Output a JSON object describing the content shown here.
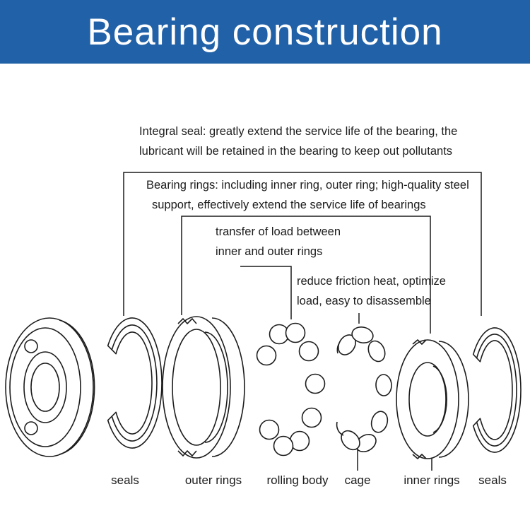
{
  "header": {
    "title": "Bearing construction"
  },
  "annotations": {
    "integral_seal_line1": "Integral seal: greatly extend the service life of the bearing, the",
    "integral_seal_line2": "lubricant will be retained in the bearing to keep out pollutants",
    "bearing_rings_line1": "Bearing rings: including inner ring, outer ring; high-quality steel",
    "bearing_rings_line2": "support, effectively extend the service life of bearings",
    "transfer_line1": "transfer of load between",
    "transfer_line2": "inner and outer rings",
    "friction_line1": "reduce friction heat, optimize",
    "friction_line2": "load, easy to disassemble"
  },
  "part_labels": {
    "seals_left": "seals",
    "outer_rings": "outer rings",
    "rolling_body": "rolling body",
    "cage": "cage",
    "inner_rings": "inner rings",
    "seals_right": "seals"
  },
  "colors": {
    "header_bg": "#2161a8",
    "header_text": "#ffffff",
    "line_color": "#1c1c1c"
  }
}
